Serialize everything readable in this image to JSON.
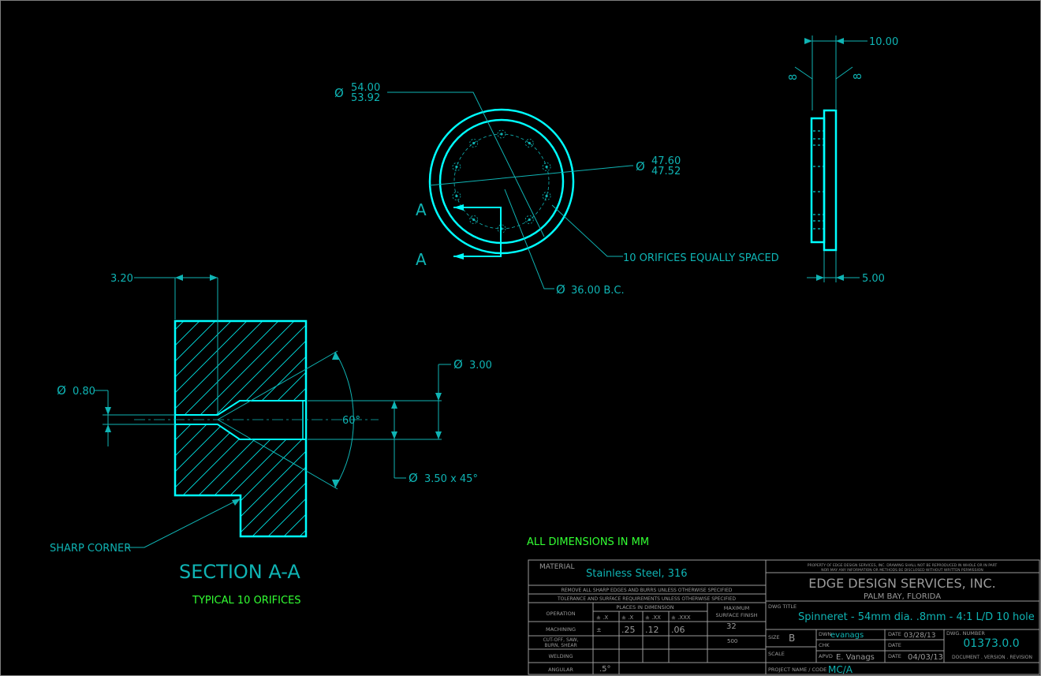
{
  "colors": {
    "background": "#000000",
    "geometry": "#00ffff",
    "dimension": "#0fb4b4",
    "notes_green": "#33ff33",
    "title_block": "#9a9a9a"
  },
  "front_view": {
    "outer_dia_max": "54.00",
    "outer_dia_min": "53.92",
    "inner_dia_max": "47.60",
    "inner_dia_min": "47.52",
    "section_marker": "A",
    "orifice_note": "10 ORIFICES EQUALLY SPACED",
    "bolt_circle": "36.00 B.C.",
    "dia_symbol": "Ø"
  },
  "side_view": {
    "thickness": "10.00",
    "flange": "5.00",
    "angle_mark": "8"
  },
  "section_view": {
    "dim_top": "3.20",
    "orifice_dia": "0.80",
    "counterbore_dia": "3.00",
    "chamfer": "3.50 x 45°",
    "cone_angle": "60°",
    "sharp_corner": "SHARP CORNER",
    "title": "SECTION A-A",
    "subtitle": "TYPICAL 10 ORIFICES"
  },
  "notes": {
    "all_dims": "ALL DIMENSIONS IN MM"
  },
  "title_block": {
    "material_label": "MATERIAL",
    "material_value": "Stainless Steel, 316",
    "note1": "REMOVE ALL SHARP EDGES AND BURRS UNLESS OTHERWISE SPECIFIED",
    "note2": "TOLERANCE AND SURFACE REQUIREMENTS UNLESS OTHERWISE SPECIFIED",
    "operation": "OPERATION",
    "places_header": "PLACES IN DIMENSION",
    "col_x": "± .X",
    "col_xx": "± .XX",
    "col_xxx": "± .XXX",
    "max_finish_1": "MAXIMUM",
    "max_finish_2": "SURFACE FINISH",
    "machining": "MACHINING",
    "tol_x": ".25",
    "tol_xx": ".12",
    "tol_xxx": ".06",
    "cutoff_1": "CUT-OFF, SAW,",
    "cutoff_2": "BURN, SHEAR",
    "welding": "WELDING",
    "angular": "ANGULAR",
    "angular_tol": ".5°",
    "finish_1": "32",
    "finish_2": "500",
    "plus_minus": "±",
    "property_1": "PROPERTY OF EDGE DESIGN SERVICES, INC. DRAWING SHALL NOT BE REPRODUCED IN WHOLE OR IN PART",
    "property_2": "NOR MAY ANY INFORMATION OR METHODS BE DISCLOSED WITHOUT WRITTEN PERMISSION",
    "company": "EDGE DESIGN SERVICES, INC.",
    "location": "PALM BAY, FLORIDA",
    "dwg_title_label": "DWG TITLE",
    "dwg_title": "Spinneret - 54mm dia. .8mm - 4:1 L/D 10 hole",
    "size_label": "SIZE",
    "size": "B",
    "scale_label": "SCALE",
    "dwn_label": "DWN",
    "dwn": "evanags",
    "chk_label": "CHK",
    "apvd_label": "APVD",
    "apvd": "E. Vanags",
    "date_label": "DATE",
    "date1": "03/28/13",
    "date3": "04/03/13",
    "dwg_number_label": "DWG. NUMBER",
    "dwg_number": "01373.0.0",
    "doc_version": "DOCUMENT . VERSION . REVISION",
    "project_label": "PROJECT NAME / CODE",
    "project": "MC/A"
  }
}
